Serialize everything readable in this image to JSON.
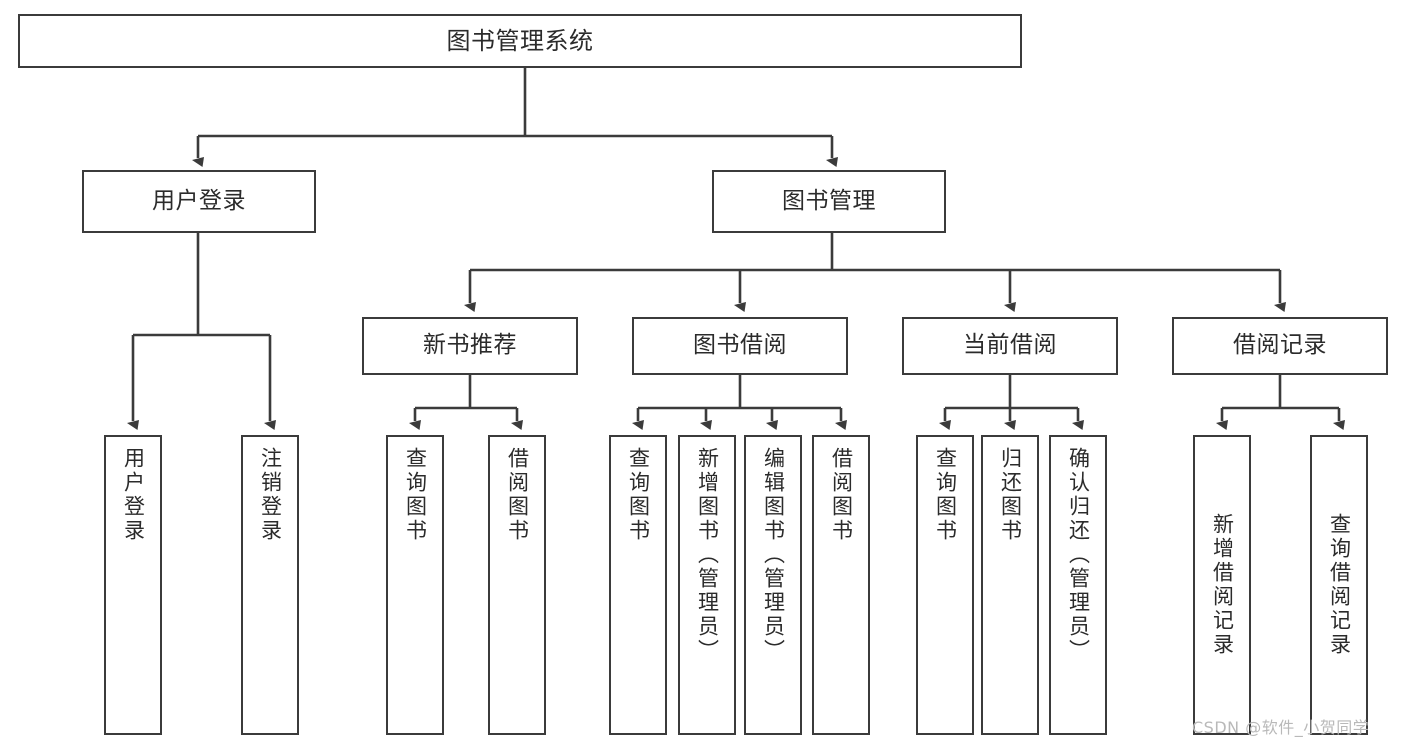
{
  "diagram": {
    "title": "图书管理系统",
    "type": "功能结构图",
    "nodes": {
      "root": {
        "label": "图书管理系统"
      },
      "level2": [
        {
          "id": "user-login",
          "label": "用户登录"
        },
        {
          "id": "book-manage",
          "label": "图书管理"
        }
      ],
      "level3": [
        {
          "id": "new-book-recommend",
          "label": "新书推荐"
        },
        {
          "id": "book-borrow",
          "label": "图书借阅"
        },
        {
          "id": "current-borrow",
          "label": "当前借阅"
        },
        {
          "id": "borrow-record",
          "label": "借阅记录"
        }
      ],
      "leaves": [
        {
          "id": "leaf-user-login",
          "label": "用户登录",
          "parent": "user-login"
        },
        {
          "id": "leaf-user-logout",
          "label": "注销登录",
          "parent": "user-login"
        },
        {
          "id": "leaf-query-book-1",
          "label": "查询图书",
          "parent": "new-book-recommend"
        },
        {
          "id": "leaf-borrow-book-1",
          "label": "借阅图书",
          "parent": "new-book-recommend"
        },
        {
          "id": "leaf-query-book-2",
          "label": "查询图书",
          "parent": "book-borrow"
        },
        {
          "id": "leaf-add-book",
          "label": "新增图书（管理员）",
          "parent": "book-borrow"
        },
        {
          "id": "leaf-edit-book",
          "label": "编辑图书（管理员）",
          "parent": "book-borrow"
        },
        {
          "id": "leaf-borrow-book-2",
          "label": "借阅图书",
          "parent": "book-borrow"
        },
        {
          "id": "leaf-query-book-3",
          "label": "查询图书",
          "parent": "current-borrow"
        },
        {
          "id": "leaf-return-book",
          "label": "归还图书",
          "parent": "current-borrow"
        },
        {
          "id": "leaf-confirm-return",
          "label": "确认归还（管理员）",
          "parent": "current-borrow"
        },
        {
          "id": "leaf-add-record",
          "label": "新增借阅记录",
          "parent": "borrow-record"
        },
        {
          "id": "leaf-query-record",
          "label": "查询借阅记录",
          "parent": "borrow-record"
        }
      ]
    },
    "colors": {
      "stroke": "#3b3b3b",
      "fill": "#ffffff",
      "text": "#2b2b2b",
      "watermark": "#b9b9b9"
    },
    "watermark": "CSDN @软件_小贺同学"
  }
}
